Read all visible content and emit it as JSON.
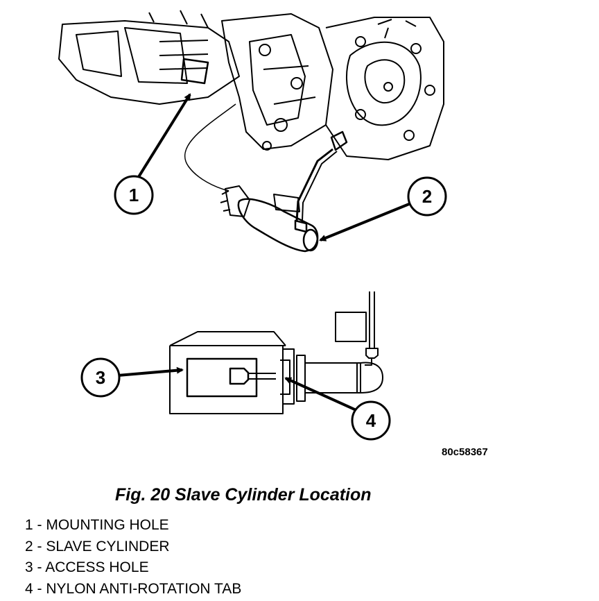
{
  "figure": {
    "image_code": "80c58367",
    "caption": "Fig. 20 Slave Cylinder Location",
    "callouts": [
      "1",
      "2",
      "3",
      "4"
    ]
  },
  "legend": [
    {
      "num": "1",
      "text": " - MOUNTING HOLE"
    },
    {
      "num": "2",
      "text": " - SLAVE CYLINDER"
    },
    {
      "num": "3",
      "text": " - ACCESS HOLE"
    },
    {
      "num": "4",
      "text": " - NYLON ANTI-ROTATION TAB"
    }
  ]
}
